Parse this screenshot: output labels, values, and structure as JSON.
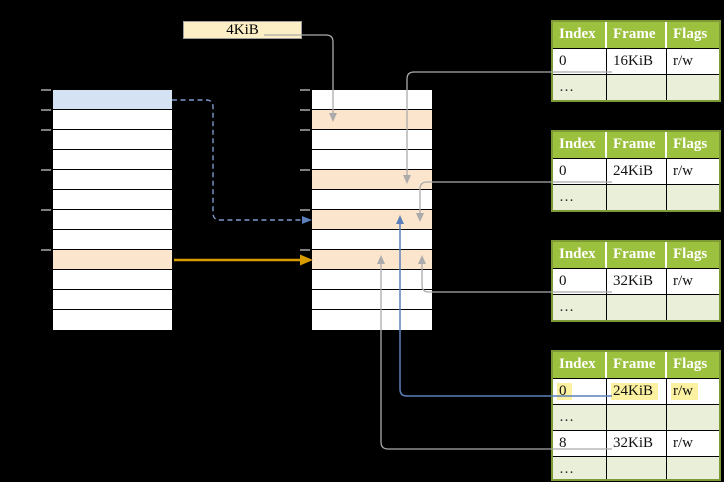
{
  "labels": {
    "frame_size": "4KiB"
  },
  "colors": {
    "row-blue": "#D4E2F4",
    "row-orange": "#FCE5CD",
    "box-cream": "#FCEFC6",
    "box-border": "#9E9E9E",
    "pt-green": "#9CC13E",
    "pt-border": "#7E9A36",
    "pt-alt": "#E9EFD8",
    "hl-yellow": "#FBF1A1",
    "arrow-gray": "#ABABAB",
    "arrow-blue": "#5B80BC",
    "arrow-dashed": "#7D99CC",
    "arrow-orange": "#D79B00",
    "tick-gray": "#7F7F7F"
  },
  "memory_columns": {
    "left": {
      "rows": [
        "blue",
        "white",
        "white",
        "white",
        "white",
        "white",
        "white",
        "white",
        "orange",
        "white",
        "white",
        "white"
      ]
    },
    "mid": {
      "rows": [
        "white",
        "orange",
        "white",
        "white",
        "orange",
        "white",
        "orange",
        "white",
        "orange",
        "white",
        "white",
        "white"
      ]
    }
  },
  "page_tables": [
    {
      "headers": [
        "Index",
        "Frame",
        "Flags"
      ],
      "rows": [
        {
          "index": "0",
          "frame": "16KiB",
          "flags": "r/w",
          "highlight": false
        },
        {
          "index": "…",
          "frame": "",
          "flags": "",
          "highlight": false
        }
      ]
    },
    {
      "headers": [
        "Index",
        "Frame",
        "Flags"
      ],
      "rows": [
        {
          "index": "0",
          "frame": "24KiB",
          "flags": "r/w",
          "highlight": false
        },
        {
          "index": "…",
          "frame": "",
          "flags": "",
          "highlight": false
        }
      ]
    },
    {
      "headers": [
        "Index",
        "Frame",
        "Flags"
      ],
      "rows": [
        {
          "index": "0",
          "frame": "32KiB",
          "flags": "r/w",
          "highlight": false
        },
        {
          "index": "…",
          "frame": "",
          "flags": "",
          "highlight": false
        }
      ]
    },
    {
      "headers": [
        "Index",
        "Frame",
        "Flags"
      ],
      "rows": [
        {
          "index": "0",
          "frame": "24KiB",
          "flags": "r/w",
          "highlight": true
        },
        {
          "index": "…",
          "frame": "",
          "flags": "",
          "highlight": false
        },
        {
          "index": "8",
          "frame": "32KiB",
          "flags": "r/w",
          "highlight": false
        },
        {
          "index": "…",
          "frame": "",
          "flags": "",
          "highlight": false
        }
      ]
    }
  ]
}
